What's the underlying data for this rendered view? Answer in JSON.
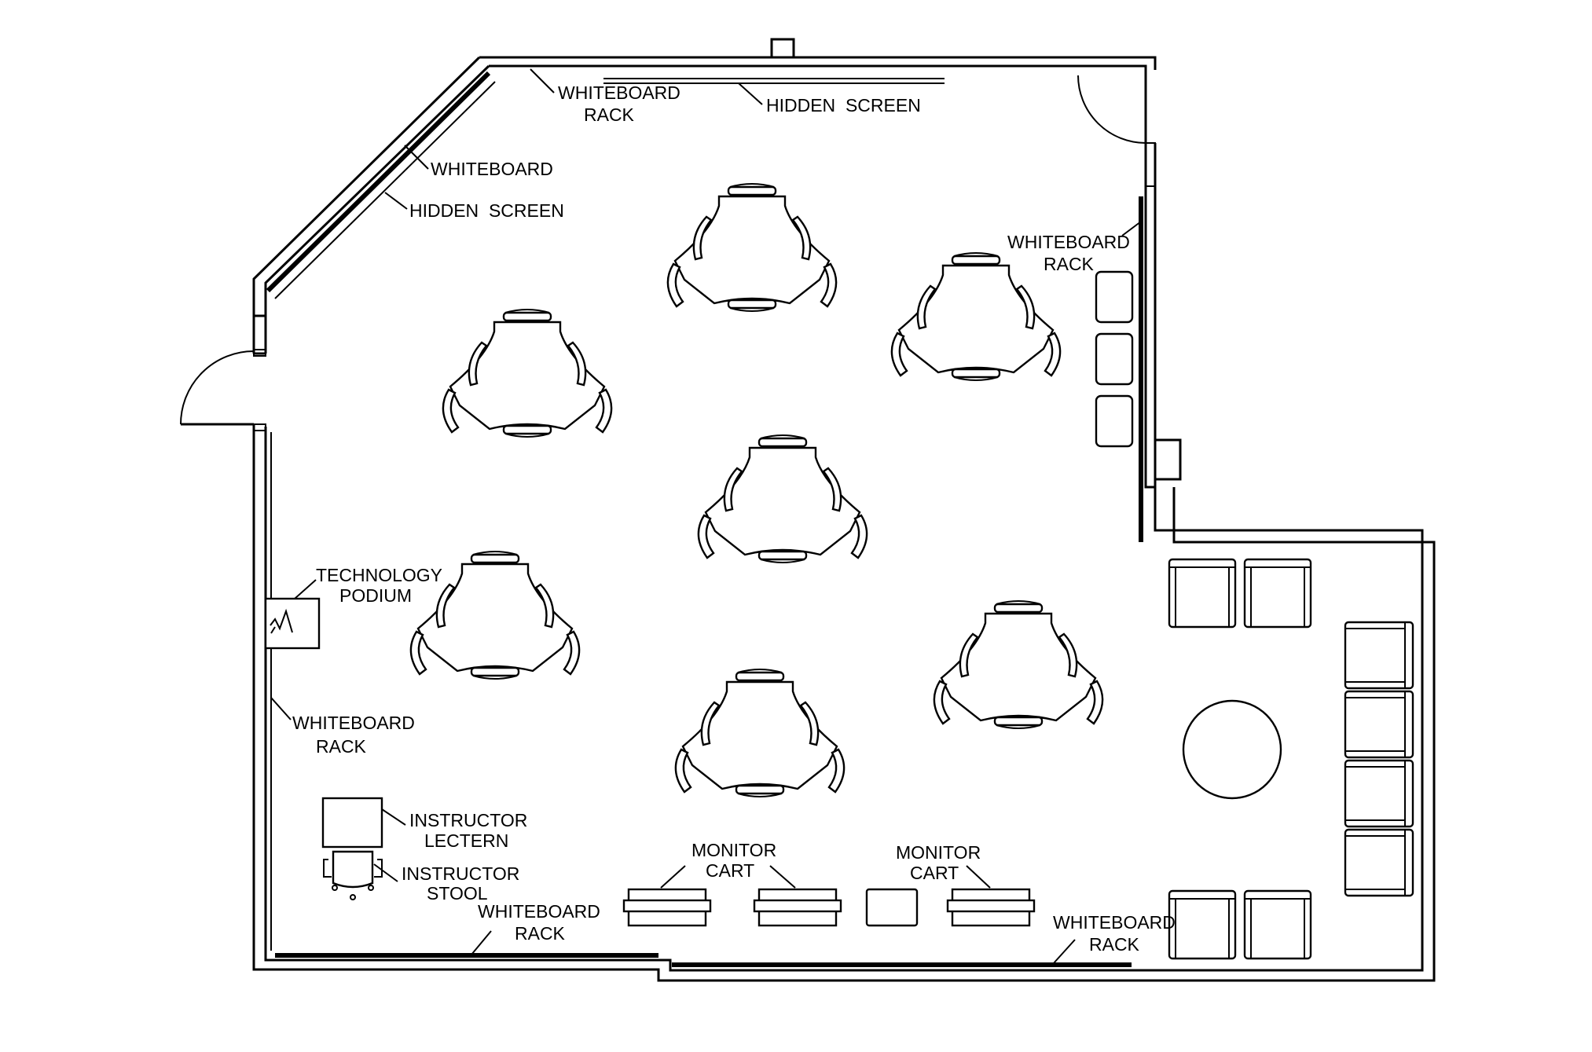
{
  "labels": {
    "whiteboard_rack_top": [
      "WHITEBOARD",
      "RACK"
    ],
    "hidden_screen_top": "HIDDEN  SCREEN",
    "whiteboard_diag": "WHITEBOARD",
    "hidden_screen_diag": "HIDDEN  SCREEN",
    "whiteboard_rack_right": [
      "WHITEBOARD",
      "RACK"
    ],
    "technology_podium": [
      "TECHNOLOGY",
      "PODIUM"
    ],
    "whiteboard_rack_left": [
      "WHITEBOARD",
      "RACK"
    ],
    "instructor_lectern": [
      "INSTRUCTOR",
      "LECTERN"
    ],
    "instructor_stool": [
      "INSTRUCTOR",
      "STOOL"
    ],
    "whiteboard_rack_bottom_left": [
      "WHITEBOARD",
      "RACK"
    ],
    "monitor_cart_1": [
      "MONITOR",
      "CART"
    ],
    "monitor_cart_2": [
      "MONITOR",
      "CART"
    ],
    "whiteboard_rack_bottom_right": [
      "WHITEBOARD",
      "RACK"
    ]
  },
  "tables": {
    "count": 7,
    "type": "three-seat trefoil table"
  },
  "lounge": {
    "armchairs": 8,
    "round_table": 1
  },
  "colors": {
    "line": "#000000",
    "background": "#ffffff"
  }
}
